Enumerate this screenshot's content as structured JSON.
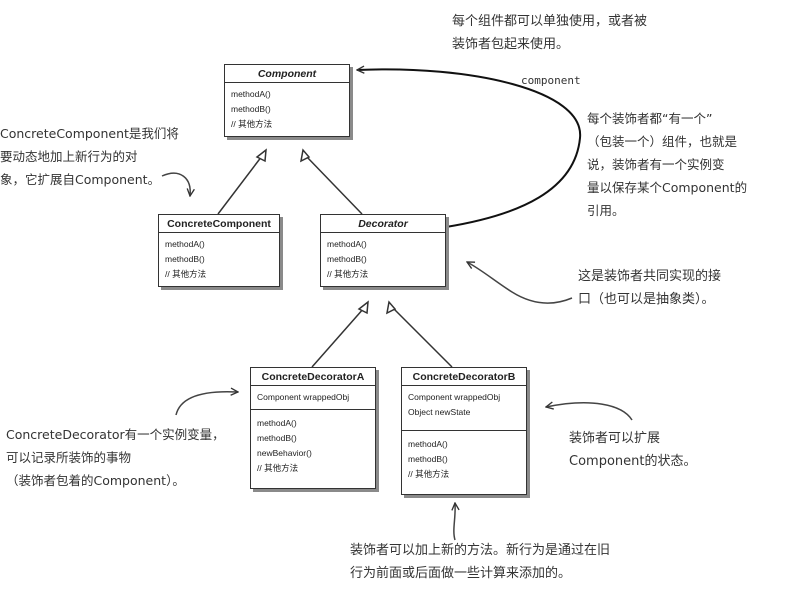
{
  "classes": {
    "component": {
      "name": "Component",
      "attributes": [],
      "methods": [
        "methodA()",
        "methodB()",
        "// 其他方法"
      ]
    },
    "concrete_component": {
      "name": "ConcreteComponent",
      "attributes": [],
      "methods": [
        "methodA()",
        "methodB()",
        "// 其他方法"
      ]
    },
    "decorator": {
      "name": "Decorator",
      "attributes": [],
      "methods": [
        "methodA()",
        "methodB()",
        "// 其他方法"
      ]
    },
    "concrete_decorator_a": {
      "name": "ConcreteDecoratorA",
      "attributes": [
        "Component wrappedObj"
      ],
      "methods": [
        "methodA()",
        "methodB()",
        "newBehavior()",
        "// 其他方法"
      ]
    },
    "concrete_decorator_b": {
      "name": "ConcreteDecoratorB",
      "attributes": [
        "Component wrappedObj",
        "Object newState"
      ],
      "methods": [
        "methodA()",
        "methodB()",
        "// 其他方法"
      ]
    }
  },
  "association_label": "component",
  "annotations": {
    "top": [
      "每个组件都可以单独使用，或者被",
      "装饰者包起来使用。"
    ],
    "left_concrete_component": [
      "ConcreteComponent是我们将",
      "要动态地加上新行为的对",
      "象，它扩展自Component。"
    ],
    "right_has_a": [
      "每个装饰者都“有一个”",
      "（包装一个）组件，也就是",
      "说，装饰者有一个实例变",
      "量以保存某个Component的",
      "引用。"
    ],
    "right_interface": [
      "这是装饰者共同实现的接",
      "口（也可以是抽象类）。"
    ],
    "left_decorator": [
      "ConcreteDecorator有一个实例变量，",
      "可以记录所装饰的事物",
      "（装饰者包着的Component）。"
    ],
    "right_state": [
      "装饰者可以扩展",
      "Component的状态。"
    ],
    "bottom": [
      "装饰者可以加上新的方法。新行为是通过在旧",
      "行为前面或后面做一些计算来添加的。"
    ]
  }
}
